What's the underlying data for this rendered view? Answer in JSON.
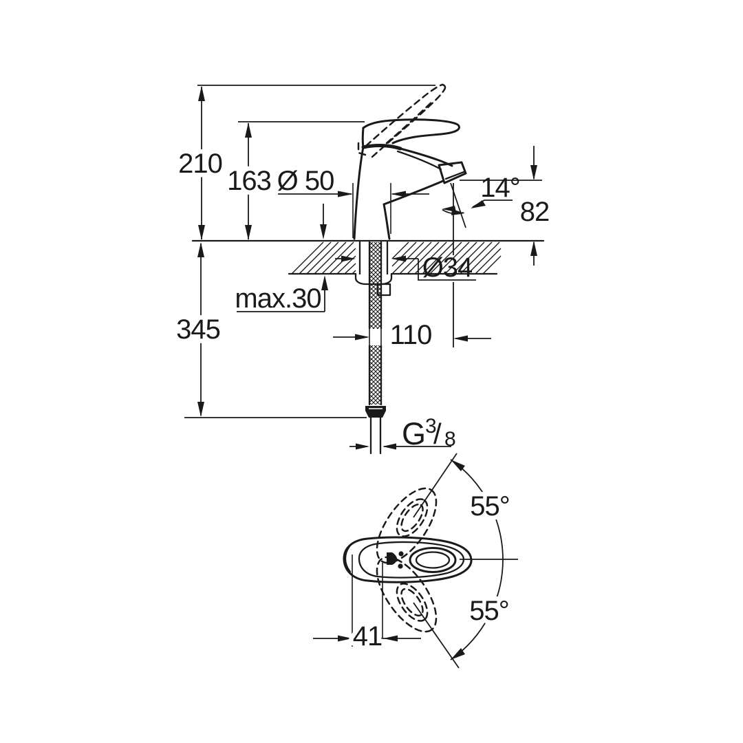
{
  "colors": {
    "background": "#ffffff",
    "line": "#1a1a1a"
  },
  "side_view": {
    "dims": {
      "total_height": "210",
      "handle_height": "163",
      "base_diameter": "Ø 50",
      "spout_angle": "14°",
      "outlet_height": "82",
      "hole_diameter": "Ø34",
      "deck_thickness": "max.30",
      "hose_length": "345",
      "spout_reach": "110",
      "thread": {
        "prefix": "G",
        "numerator": "3",
        "slash": "/",
        "denominator": "8"
      }
    }
  },
  "top_view": {
    "dims": {
      "swivel_upper": "55°",
      "swivel_lower": "55°",
      "center_offset": "41"
    }
  }
}
